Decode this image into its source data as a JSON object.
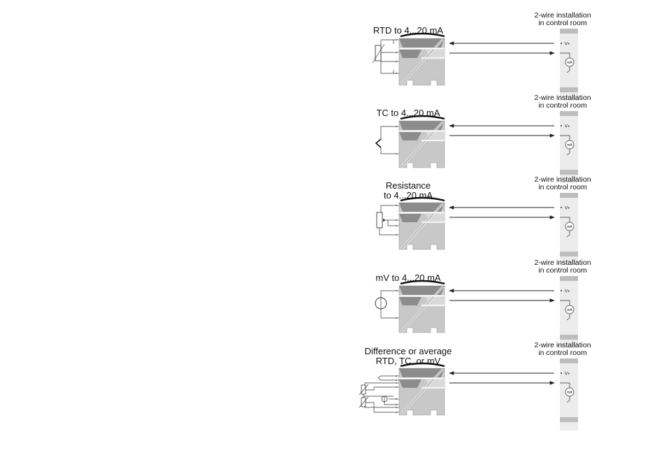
{
  "panels": [
    {
      "id": "rtd",
      "sensor": "rtd",
      "title_lines": [
        "RTD to 4...20 mA"
      ],
      "control_lines": [
        "2-wire installation",
        "in control room"
      ],
      "supply_label": "V+",
      "meter_label": "mA"
    },
    {
      "id": "tc",
      "sensor": "tc",
      "title_lines": [
        "TC to 4...20 mA"
      ],
      "control_lines": [
        "2-wire installation",
        "in control room"
      ],
      "supply_label": "V+",
      "meter_label": "mA"
    },
    {
      "id": "resistance",
      "sensor": "resistance",
      "title_lines": [
        "Resistance",
        "to 4...20 mA"
      ],
      "control_lines": [
        "2-wire installation",
        "in control room"
      ],
      "supply_label": "V+",
      "meter_label": "mA"
    },
    {
      "id": "mv",
      "sensor": "mv",
      "title_lines": [
        "mV to 4...20 mA"
      ],
      "control_lines": [
        "2-wire installation",
        "in control room"
      ],
      "supply_label": "V+",
      "meter_label": "mA"
    },
    {
      "id": "difference",
      "sensor": "difference",
      "title_lines": [
        "Difference or average",
        "RTD, TC, or mV"
      ],
      "control_lines": [
        "2-wire installation",
        "in control room"
      ],
      "supply_label": "V+",
      "meter_label": "mA"
    }
  ],
  "colors": {
    "module_body": "#c8c8c8",
    "module_light": "#d9d9d9",
    "module_dark": "#8c8c8c",
    "rail": "#ececec",
    "rail_cap": "#bdbdbd",
    "line": "#222222"
  }
}
